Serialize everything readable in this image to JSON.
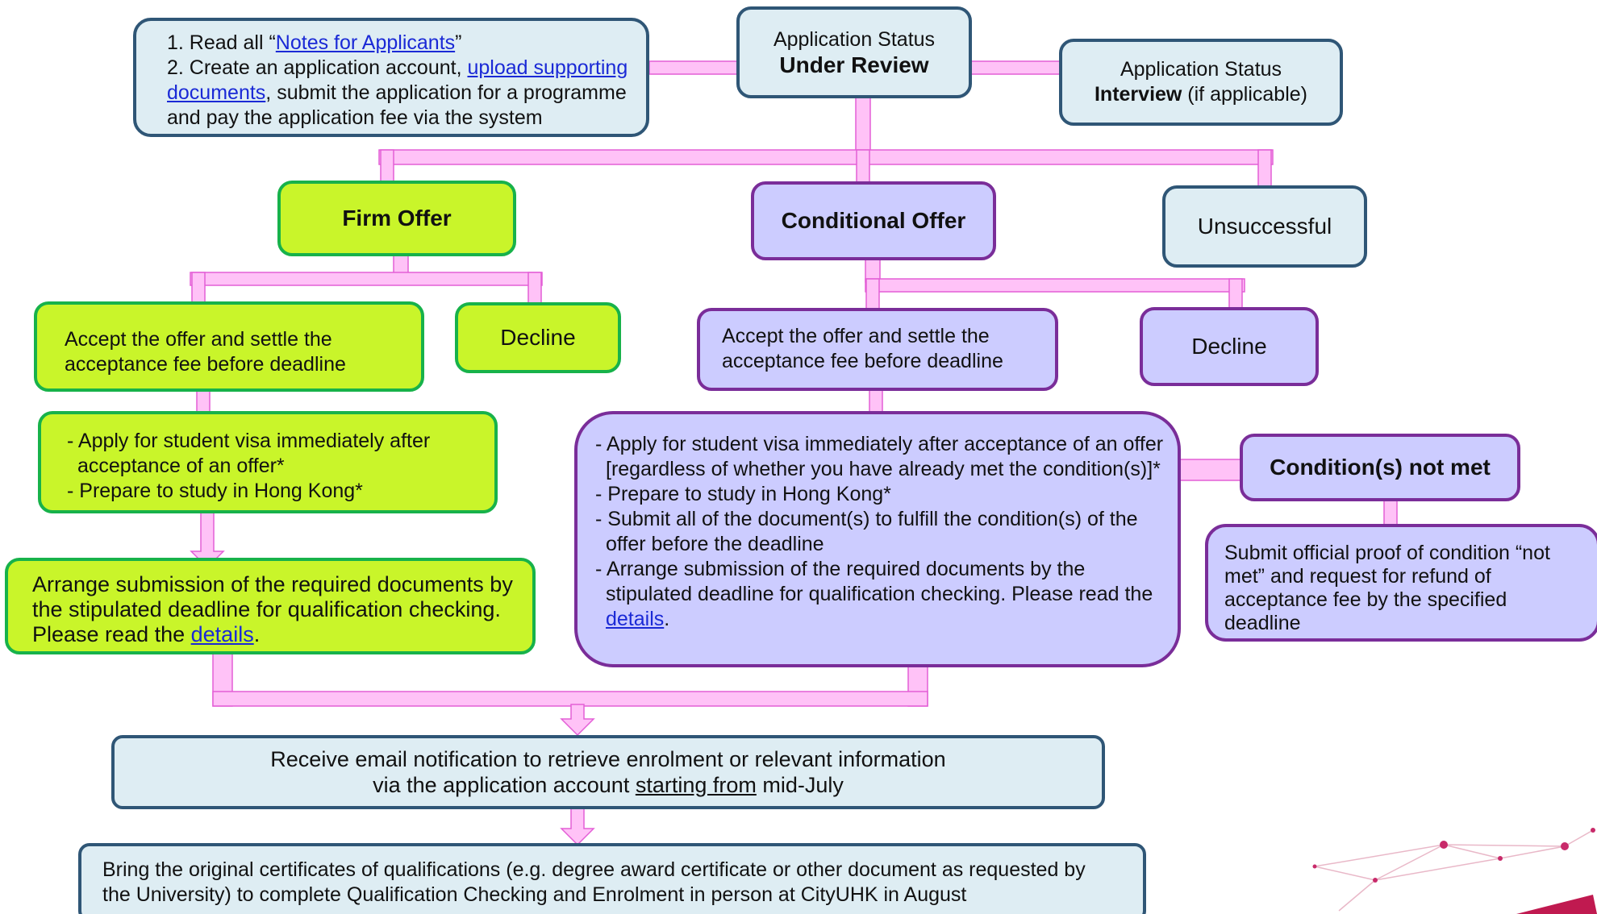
{
  "steps": {
    "step1_prefix": "1. Read all “",
    "step1_link": "Notes for Applicants",
    "step1_suffix": "”",
    "step2_prefix": "2. Create an application account, ",
    "step2_link": "upload supporting documents",
    "step2_suffix": ", submit the application for a programme and pay the application fee via the system"
  },
  "status_review": {
    "label": "Application Status",
    "value": "Under Review"
  },
  "status_interview": {
    "label": "Application Status",
    "value": "Interview",
    "suffix": " (if applicable)"
  },
  "firm_offer": {
    "title": "Firm Offer",
    "accept": "Accept the offer and settle the acceptance fee before deadline",
    "decline": "Decline",
    "visa_items": [
      "- Apply for student visa immediately after acceptance of an offer*",
      "- Prepare to study in Hong Kong*"
    ],
    "docs_text": "Arrange submission of the required documents by the stipulated deadline for qualification checking. Please read the ",
    "docs_link": "details",
    "docs_end": "."
  },
  "conditional_offer": {
    "title": "Conditional Offer",
    "accept": "Accept the offer and settle the acceptance fee before deadline",
    "decline": "Decline",
    "items": [
      "- Apply for student visa immediately after acceptance of an offer [regardless of whether you have already met the condition(s)]*",
      "- Prepare to study in Hong Kong*",
      "- Submit all of the document(s) to fulfill the condition(s) of the offer before the deadline"
    ],
    "last_item_text": "- Arrange submission of the required documents by the stipulated deadline for qualification checking. Please read the ",
    "last_item_link": "details",
    "last_item_end": "."
  },
  "not_met": {
    "title": "Condition(s) not met",
    "text": "Submit official proof of condition “not met” and request for refund of acceptance fee by the specified deadline"
  },
  "unsuccessful": "Unsuccessful",
  "email": {
    "line1": "Receive email notification to retrieve enrolment or relevant information",
    "line2_prefix": "via the application account ",
    "line2_underlined": "starting from",
    "line2_suffix": " mid-July"
  },
  "bring": {
    "line1": "Bring the original certificates of qualifications (e.g. degree award certificate or other document as requested by",
    "line2": "the University) to complete Qualification Checking and Enrolment in person at CityUHK in August"
  },
  "colors": {
    "connector": "#ffc2f7",
    "connector_edge": "#e35fd6",
    "blue_fill": "#deedf3",
    "blue_border": "#2f5676",
    "green_fill": "#c9f52a",
    "green_border": "#17b24a",
    "purple_fill": "#ccccff",
    "purple_border": "#7a2d99"
  }
}
